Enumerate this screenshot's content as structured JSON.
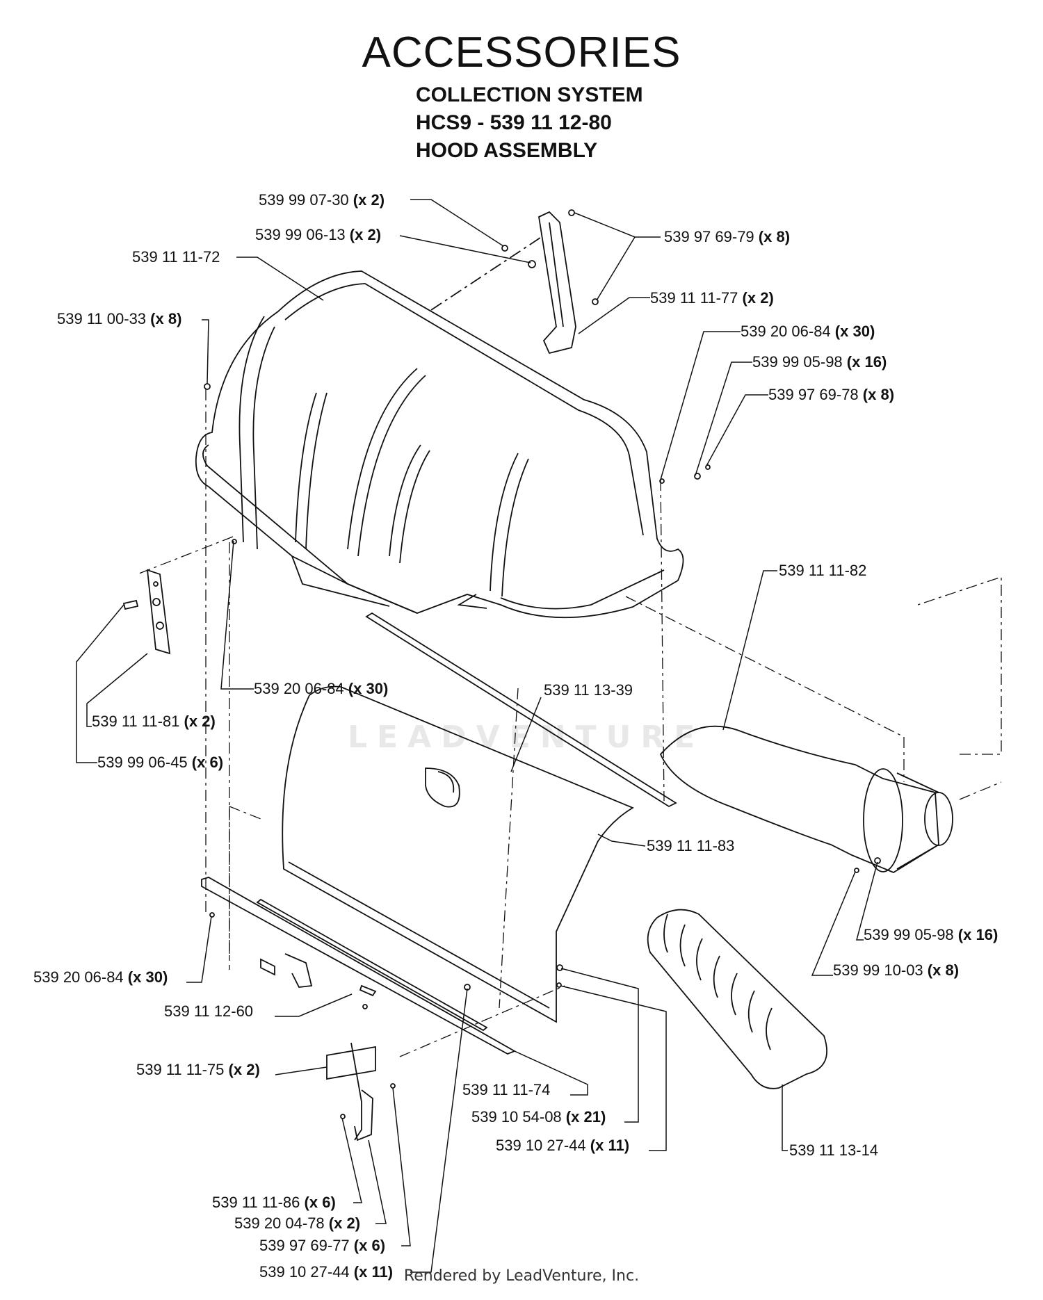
{
  "header": {
    "title": "ACCESSORIES",
    "line1": "COLLECTION SYSTEM",
    "line2": "HCS9 - 539 11 12-80",
    "line3": "HOOD ASSEMBLY"
  },
  "watermark": "LEADVENTURE",
  "footer": "Rendered by LeadVenture, Inc.",
  "callouts": [
    {
      "part": "539 99 07-30",
      "qty": "(x 2)"
    },
    {
      "part": "539 99 06-13",
      "qty": "(x 2)"
    },
    {
      "part": "539 11 11-72",
      "qty": ""
    },
    {
      "part": "539 97 69-79",
      "qty": "(x 8)"
    },
    {
      "part": "539 11 00-33",
      "qty": "(x 8)"
    },
    {
      "part": "539 11 11-77",
      "qty": "(x 2)"
    },
    {
      "part": "539 20 06-84",
      "qty": "(x 30)"
    },
    {
      "part": "539 99 05-98",
      "qty": "(x 16)"
    },
    {
      "part": "539 97 69-78",
      "qty": "(x 8)"
    },
    {
      "part": "539 11 11-82",
      "qty": ""
    },
    {
      "part": "539 20 06-84",
      "qty": "(x 30)"
    },
    {
      "part": "539 11 13-39",
      "qty": ""
    },
    {
      "part": "539 11 11-81",
      "qty": "(x 2)"
    },
    {
      "part": "539 99 06-45",
      "qty": "(x 6)"
    },
    {
      "part": "539 11 11-83",
      "qty": ""
    },
    {
      "part": "539 99 05-98",
      "qty": "(x 16)"
    },
    {
      "part": "539 99 10-03",
      "qty": "(x 8)"
    },
    {
      "part": "539 20 06-84",
      "qty": "(x 30)"
    },
    {
      "part": "539 11 12-60",
      "qty": ""
    },
    {
      "part": "539 11 11-75",
      "qty": "(x 2)"
    },
    {
      "part": "539 11 11-74",
      "qty": ""
    },
    {
      "part": "539 10 54-08",
      "qty": "(x 21)"
    },
    {
      "part": "539 10 27-44",
      "qty": "(x 11)"
    },
    {
      "part": "539 11 13-14",
      "qty": ""
    },
    {
      "part": "539 11 11-86",
      "qty": "(x 6)"
    },
    {
      "part": "539 20 04-78",
      "qty": "(x 2)"
    },
    {
      "part": "539 97 69-77",
      "qty": "(x 6)"
    },
    {
      "part": "539 10 27-44",
      "qty": "(x 11)"
    }
  ]
}
